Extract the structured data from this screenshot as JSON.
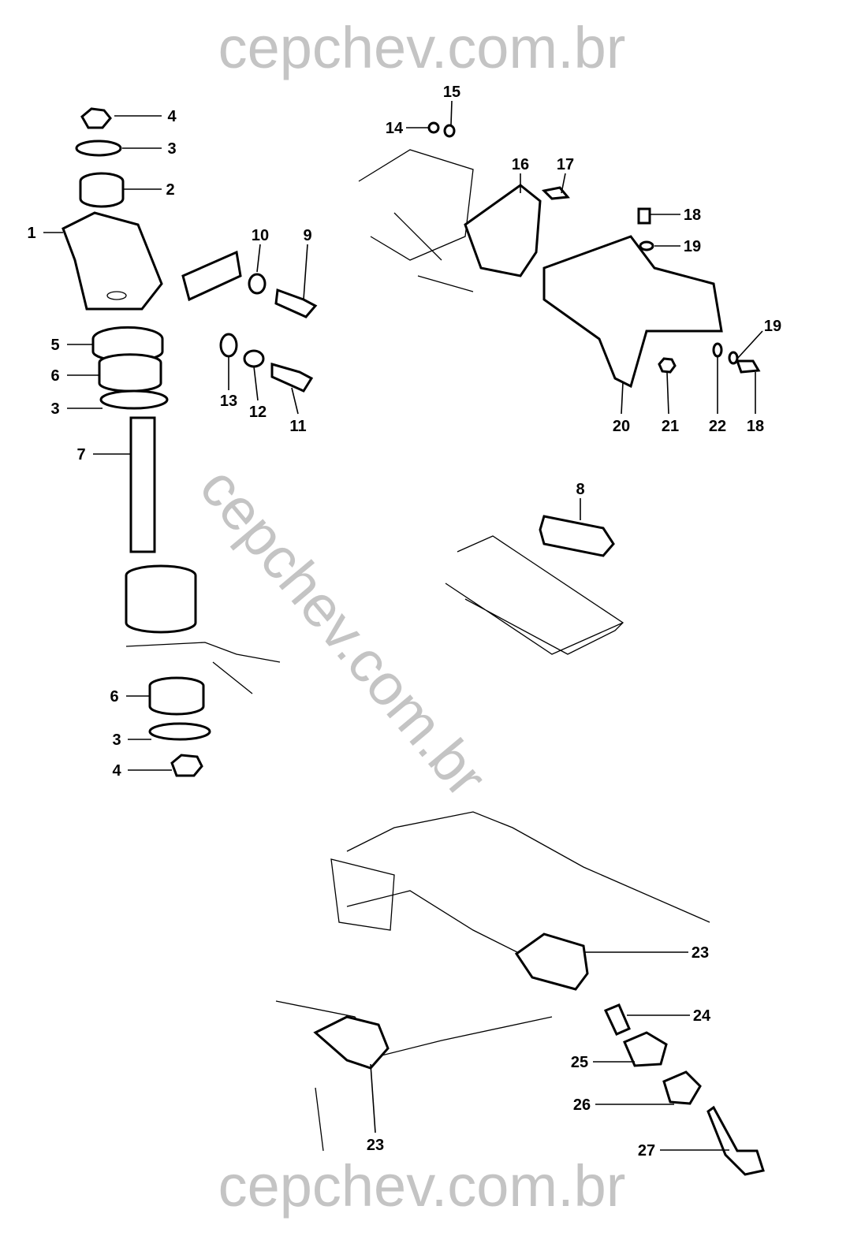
{
  "watermark": {
    "top": "cepchev.com.br",
    "diagonal": "cepchev.com.br",
    "bottom": "cepchev.com.br"
  },
  "callouts": [
    "4",
    "3",
    "2",
    "1",
    "10",
    "9",
    "5",
    "6",
    "3",
    "13",
    "12",
    "11",
    "7",
    "6",
    "3",
    "4",
    "15",
    "14",
    "16",
    "17",
    "18",
    "19",
    "19",
    "20",
    "21",
    "22",
    "18",
    "8",
    "23",
    "24",
    "25",
    "26",
    "23",
    "27"
  ]
}
